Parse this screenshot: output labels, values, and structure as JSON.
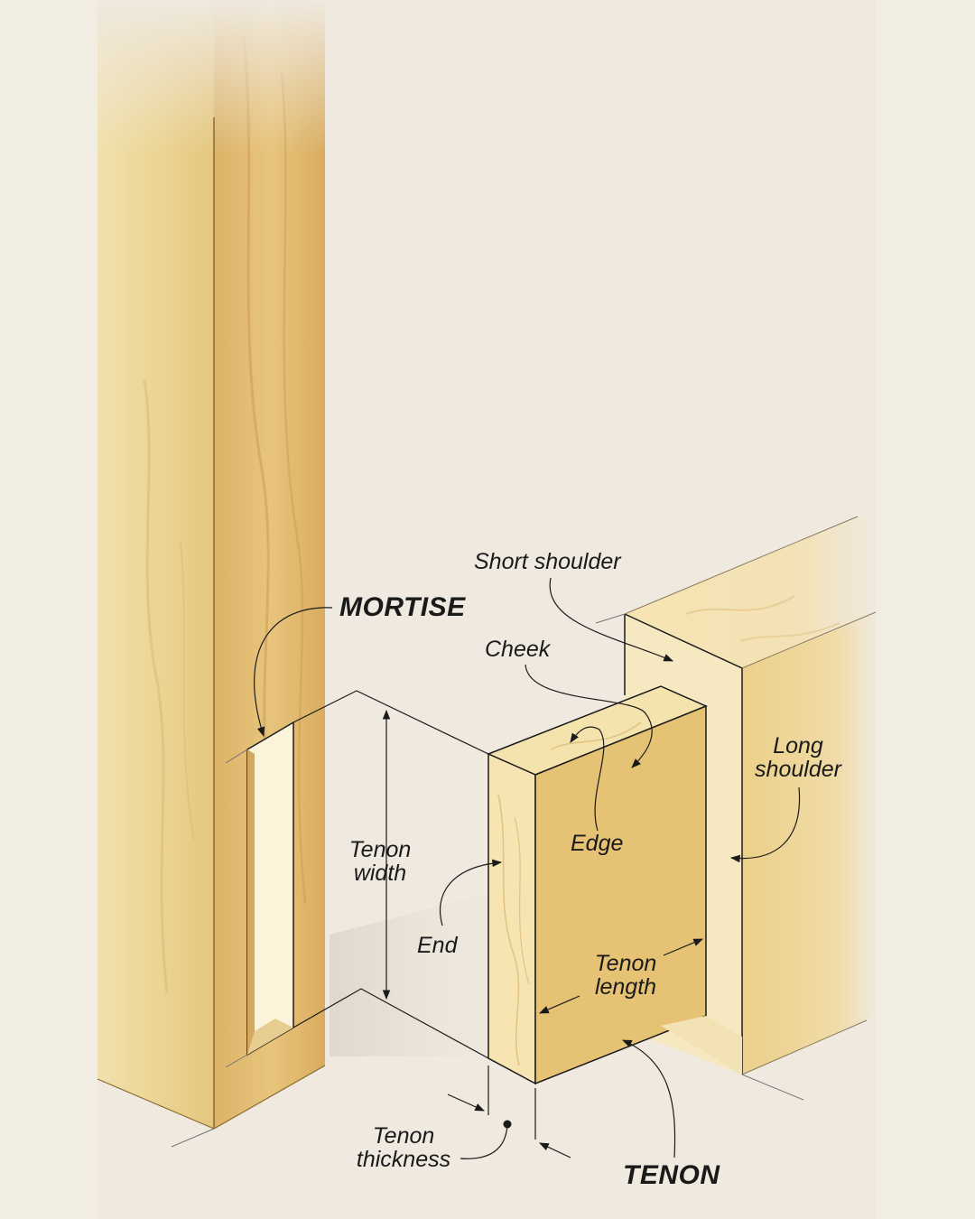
{
  "colors": {
    "background": "#f2ede3",
    "panel": "#efe9df",
    "wood_light": "#f6e6b4",
    "wood_mid": "#ecd08a",
    "wood_dark": "#d8b265",
    "line": "#1a1a1a"
  },
  "labels": {
    "mortise": "MORTISE",
    "tenon": "TENON",
    "short_shoulder": "Short shoulder",
    "cheek": "Cheek",
    "long_shoulder_line1": "Long",
    "long_shoulder_line2": "shoulder",
    "tenon_width_line1": "Tenon",
    "tenon_width_line2": "width",
    "edge": "Edge",
    "end": "End",
    "tenon_length_line1": "Tenon",
    "tenon_length_line2": "length",
    "tenon_thickness_line1": "Tenon",
    "tenon_thickness_line2": "thickness"
  }
}
